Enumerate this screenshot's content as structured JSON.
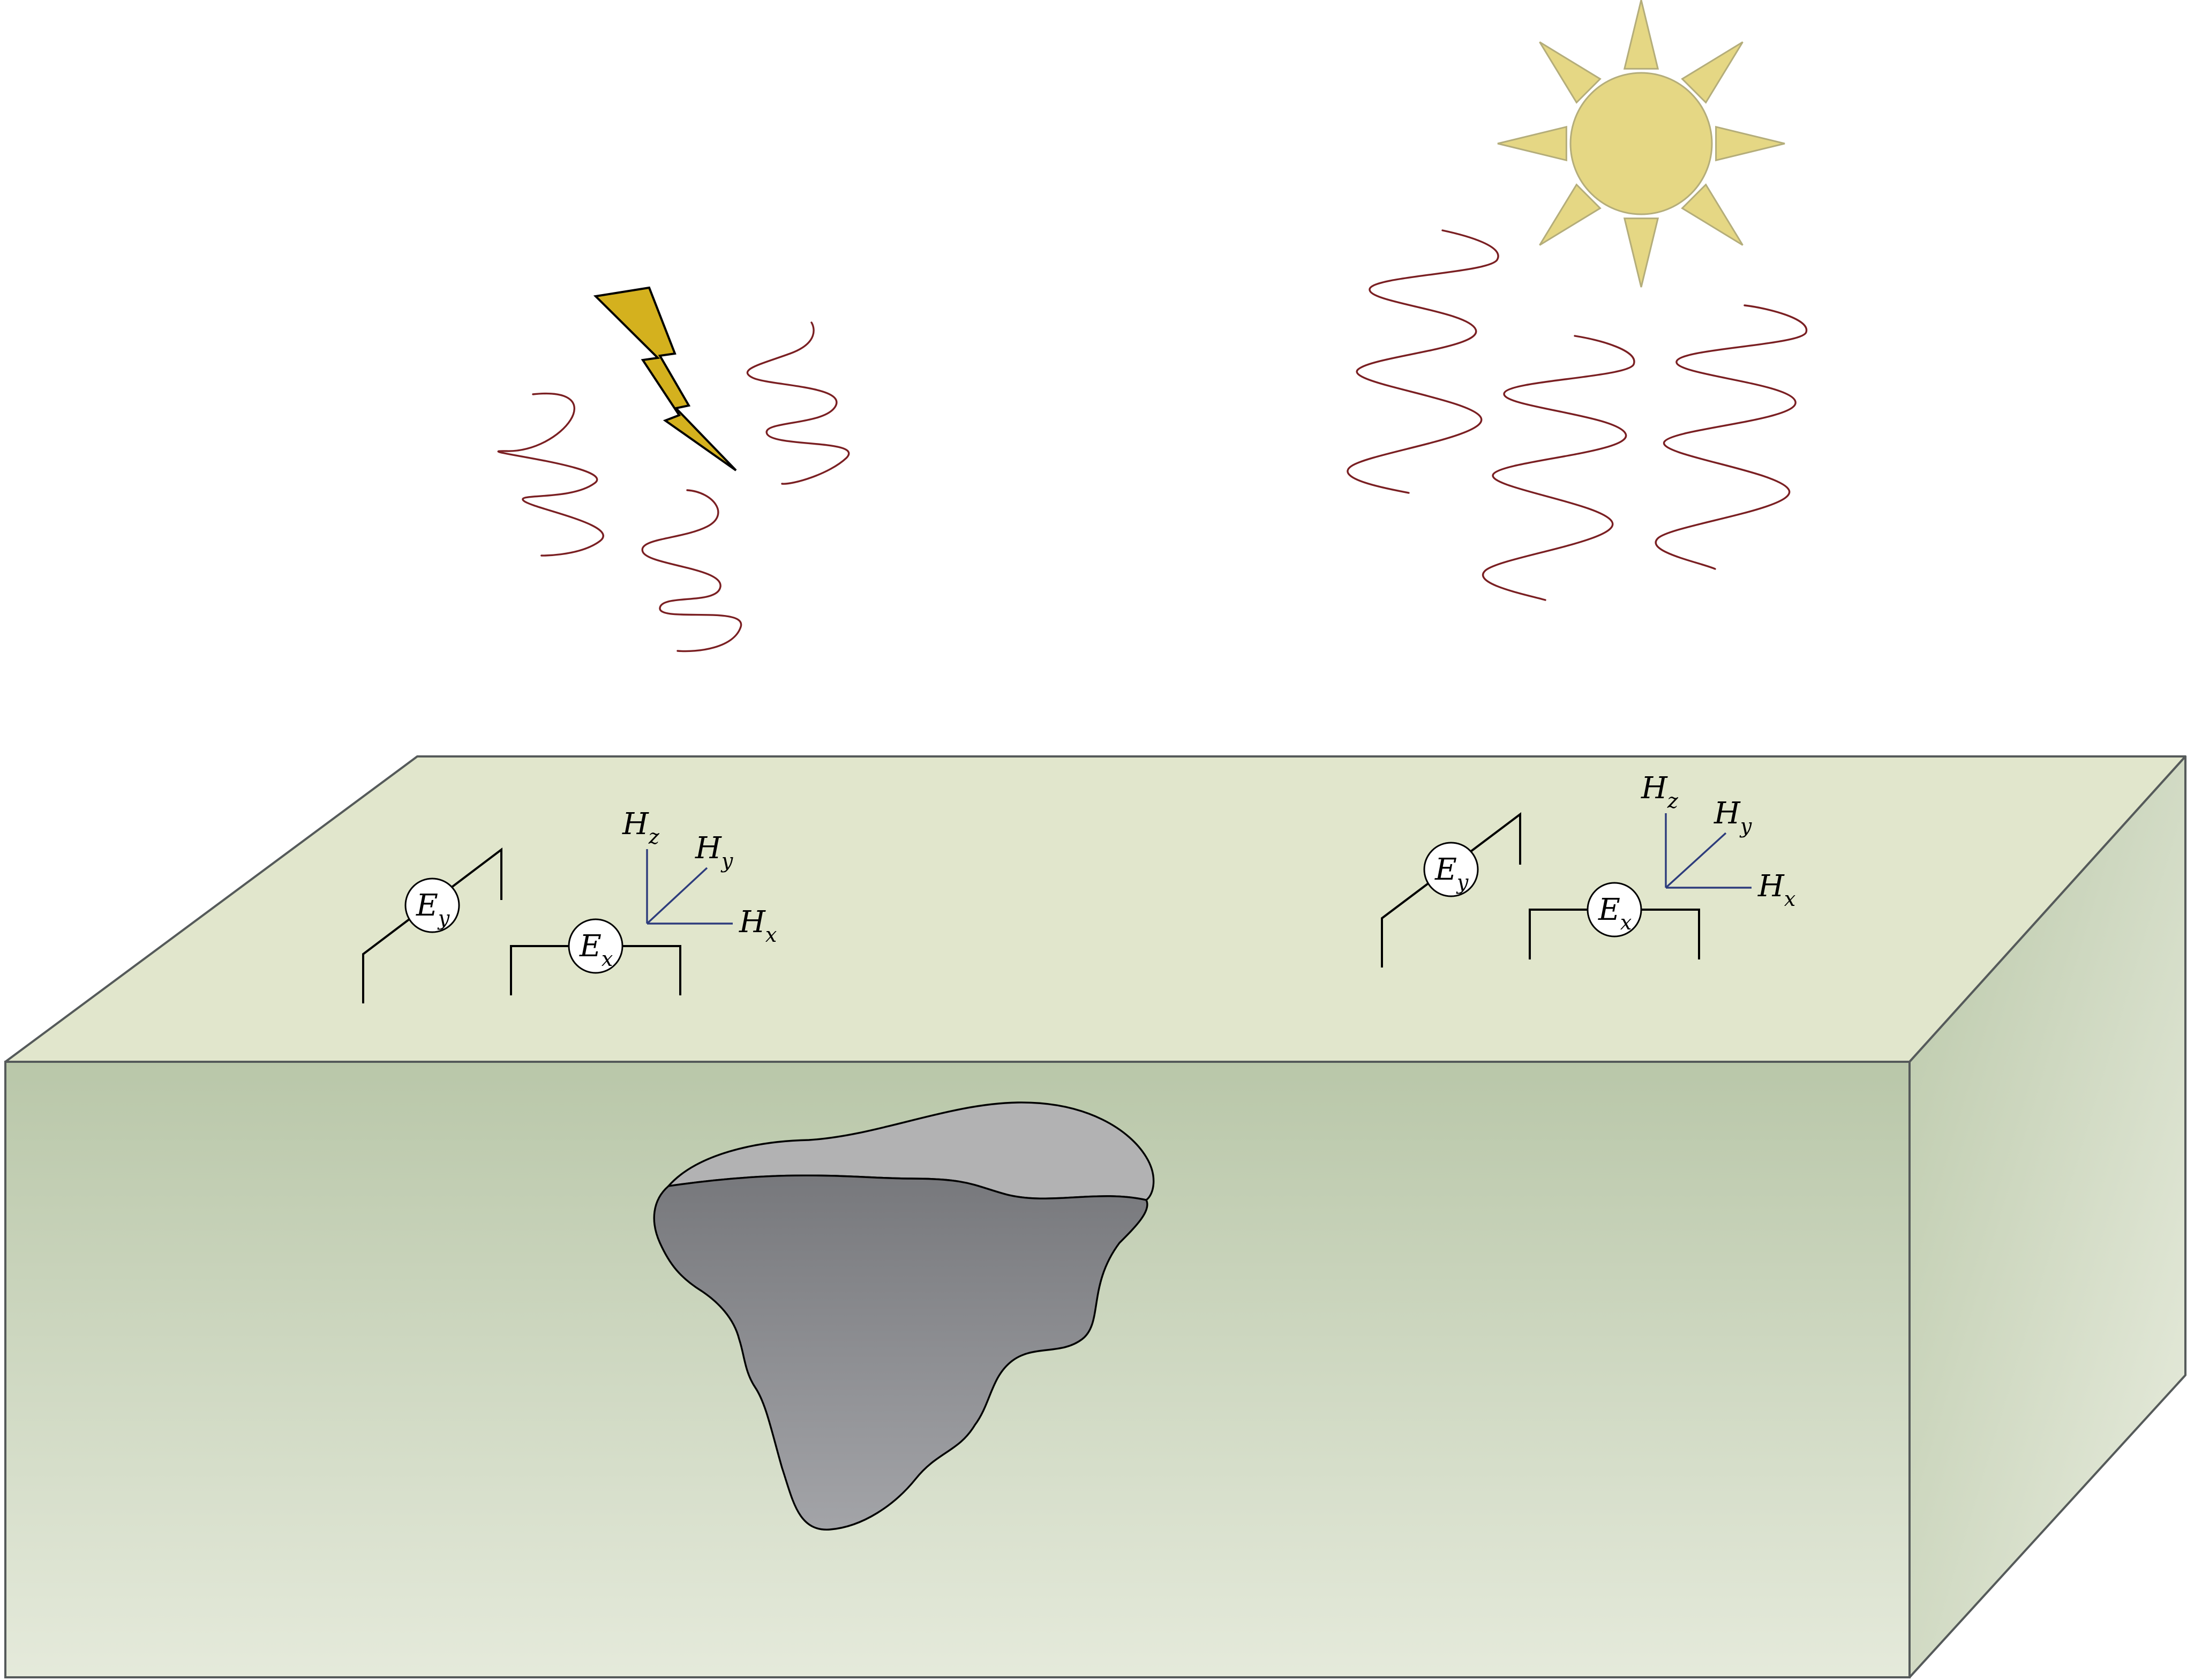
{
  "colors": {
    "background": "#ffffff",
    "block_top": "#e1e6cc",
    "block_front_top": "#b9c7a9",
    "block_front_bottom": "#e5eadb",
    "block_side_top": "#bac8a9",
    "block_side_bottom": "#e9eddf",
    "block_edge": "#555a5a",
    "wave": "#7a1f22",
    "sun": "#e5d784",
    "sun_edge": "#b4ad7a",
    "lightning": "#d4b11e",
    "sensor_axes": "#2d3c7c",
    "body_top": "#b2b2b3",
    "body_front_top": "#77787c",
    "body_front_bottom": "#a3a4a8"
  },
  "icons": {
    "sun": "sun-icon",
    "lightning": "lightning-bolt-icon"
  },
  "sites": [
    {
      "ey": {
        "base": "E",
        "sub": "y"
      },
      "ex": {
        "base": "E",
        "sub": "x"
      },
      "hx": {
        "base": "H",
        "sub": "x"
      },
      "hy": {
        "base": "H",
        "sub": "y"
      },
      "hz": {
        "base": "H",
        "sub": "z"
      }
    },
    {
      "ey": {
        "base": "E",
        "sub": "y"
      },
      "ex": {
        "base": "E",
        "sub": "x"
      },
      "hx": {
        "base": "H",
        "sub": "x"
      },
      "hy": {
        "base": "H",
        "sub": "y"
      },
      "hz": {
        "base": "H",
        "sub": "z"
      }
    }
  ]
}
